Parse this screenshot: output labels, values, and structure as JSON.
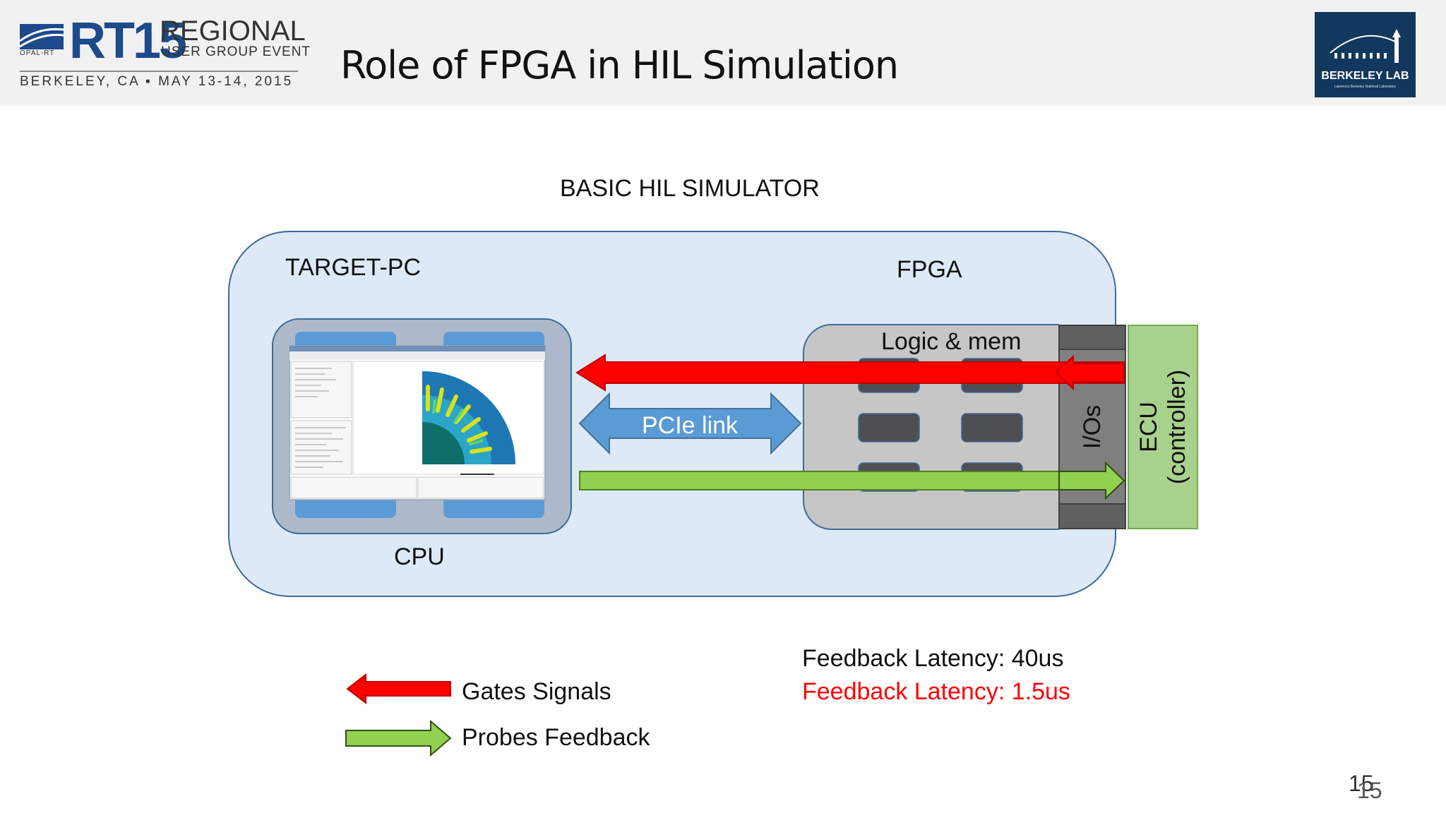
{
  "header": {
    "logo_main": "RT15",
    "logo_regional": "REGIONAL",
    "logo_user_group": "USER GROUP EVENT",
    "logo_opal": "OPAL-RT",
    "logo_location_date": "BERKELEY, CA ▪ MAY 13-14, 2015",
    "title": "Role of FPGA in HIL Simulation",
    "lab_logo_text": "BERKELEY LAB",
    "lab_logo_subtext": "Lawrence Berkeley National Laboratory"
  },
  "diagram": {
    "title": "BASIC HIL SIMULATOR",
    "target_pc_label": "TARGET-PC",
    "cpu_label": "CPU",
    "fpga_label": "FPGA",
    "logic_mem_label": "Logic & mem",
    "pcie_label": "PCIe link",
    "ios_label": "I/Os",
    "ecu_label": "ECU",
    "ecu_sublabel": "(controller)"
  },
  "legend": {
    "gates_label": "Gates Signals",
    "probes_label": "Probes Feedback"
  },
  "latency": {
    "cpu_latency": "Feedback Latency: 40us",
    "fpga_latency": "Feedback Latency: 1.5us"
  },
  "colors": {
    "header_bg": "#f1f1f1",
    "outer_box": "#dde9f7",
    "red_arrow": "#ff0000",
    "green_arrow": "#92d050",
    "pcie_arrow": "#5b9bd5",
    "latency_red": "#ff0000"
  },
  "page_number": "15"
}
